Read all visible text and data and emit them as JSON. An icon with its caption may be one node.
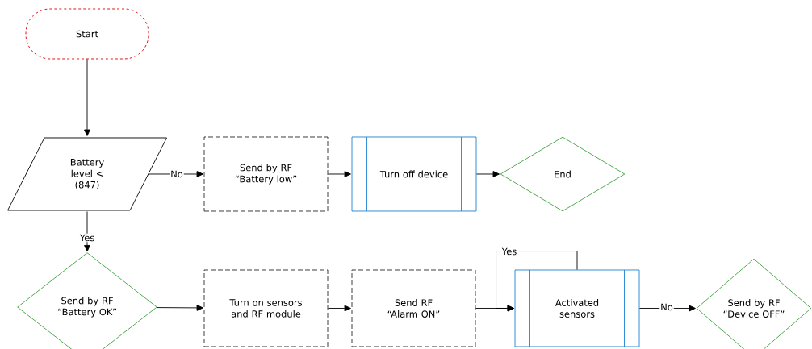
{
  "diagram": {
    "nodes": [
      {
        "text": [
          "Start"
        ]
      },
      {
        "text": [
          "Battery level < (847)"
        ]
      },
      {
        "text": [
          "Send by RF “Battery low”"
        ]
      },
      {
        "text": [
          "Turn off device"
        ]
      },
      {
        "text": [
          "End"
        ]
      },
      {
        "text": [
          "Send by RF “Battery OK”"
        ]
      },
      {
        "text": [
          "Turn on sensors and RF module"
        ]
      },
      {
        "text": [
          "Send RF “Alarm ON”"
        ]
      },
      {
        "text": [
          "Activated sensors"
        ]
      },
      {
        "text": [
          "Send by RF “Device OFF”"
        ]
      }
    ],
    "edges": [
      {
        "from": 0,
        "to": 1,
        "arrow": "to"
      },
      {
        "from": 1,
        "to": 2,
        "arrow": "to",
        "label": "No"
      },
      {
        "from": 2,
        "to": 3,
        "arrow": "to"
      },
      {
        "from": 3,
        "to": 4,
        "arrow": "to"
      },
      {
        "from": 1,
        "to": 5,
        "arrow": "to",
        "label": "Yes"
      },
      {
        "from": 5,
        "to": 6,
        "arrow": "to"
      },
      {
        "from": 6,
        "to": 7,
        "arrow": "to"
      },
      {
        "from": 7,
        "to": 8,
        "arrow": "to"
      },
      {
        "from": 8,
        "to": 8,
        "arrow": "to",
        "label": "Yes"
      },
      {
        "from": 8,
        "to": 9,
        "arrow": "to",
        "label": "No"
      }
    ]
  }
}
